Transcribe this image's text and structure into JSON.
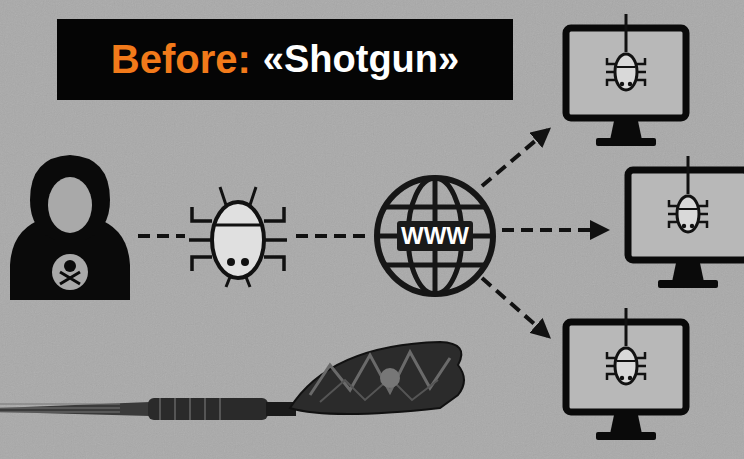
{
  "diagram": {
    "nodes": [
      {
        "text": [
          "Before:",
          "«Shotgun»"
        ]
      },
      {
        "text": [
          "WWW"
        ]
      }
    ]
  }
}
